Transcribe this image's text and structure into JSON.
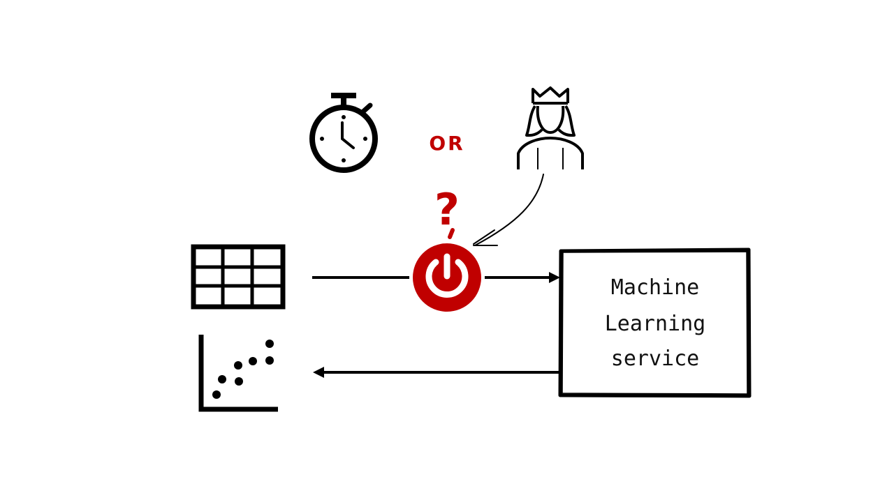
{
  "labels": {
    "or": "OR",
    "question": "?",
    "service_lines": [
      "Machine",
      "Learning",
      "service"
    ]
  },
  "icons": {
    "timer": "stopwatch-icon",
    "person": "queen-person-icon",
    "data": "table-grid-icon",
    "result": "scatter-plot-icon",
    "trigger": "power-button-icon"
  },
  "colors": {
    "accent": "#c00000",
    "ink": "#000000"
  }
}
